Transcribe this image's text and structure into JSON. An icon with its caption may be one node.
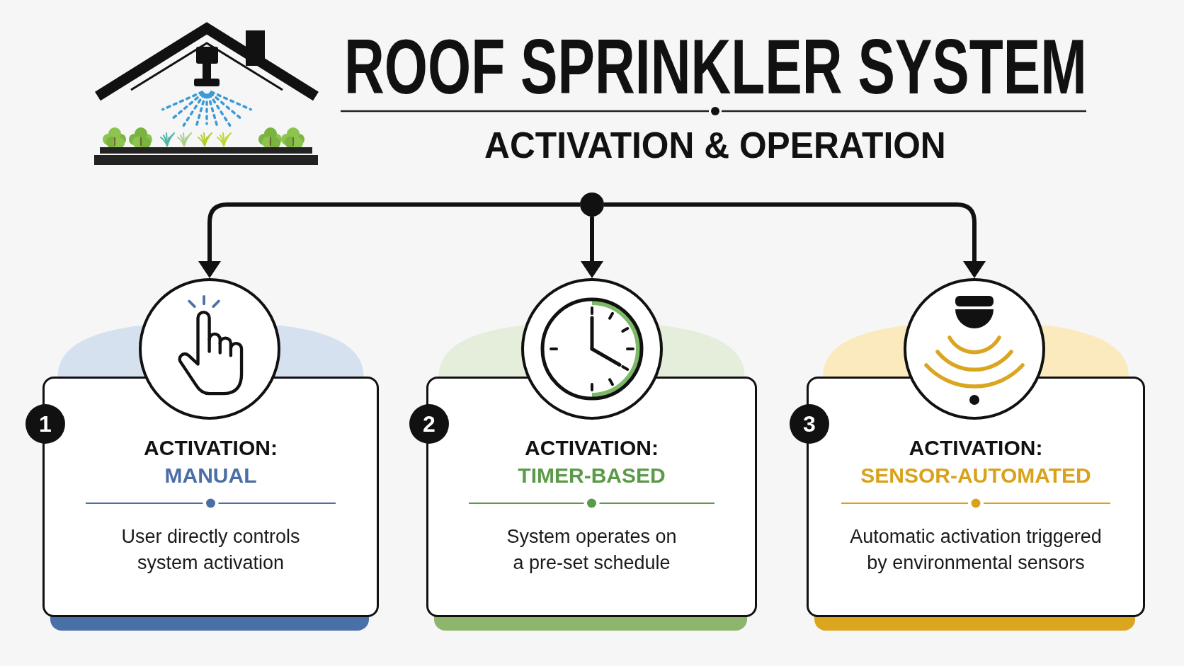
{
  "diagram": {
    "title": "ROOF SPRINKLER SYSTEM",
    "nodes": [
      {
        "text": [],
        "shape": "circle"
      },
      {
        "text": [],
        "shape": "circle"
      },
      {
        "text": [
          "1",
          "ACTIVATION:",
          "MANUAL",
          "User directly controls system activation"
        ]
      },
      {
        "text": [],
        "shape": "circle"
      },
      {
        "text": [
          "2",
          "ACTIVATION:",
          "TIMER-BASED",
          "System operates on a pre-set schedule"
        ]
      },
      {
        "text": [],
        "shape": "circle"
      },
      {
        "text": [
          "3",
          "ACTIVATION:",
          "SENSOR-AUTOMATED",
          "Automatic activation triggered by environmental sensors"
        ]
      }
    ],
    "edges": [
      {
        "from": 0,
        "to": 1,
        "arrow": "to"
      },
      {
        "from": 0,
        "to": 3,
        "arrow": "to"
      },
      {
        "from": 0,
        "to": 5,
        "arrow": "to"
      }
    ],
    "labels": [
      "ACTIVATION & OPERATION"
    ]
  }
}
